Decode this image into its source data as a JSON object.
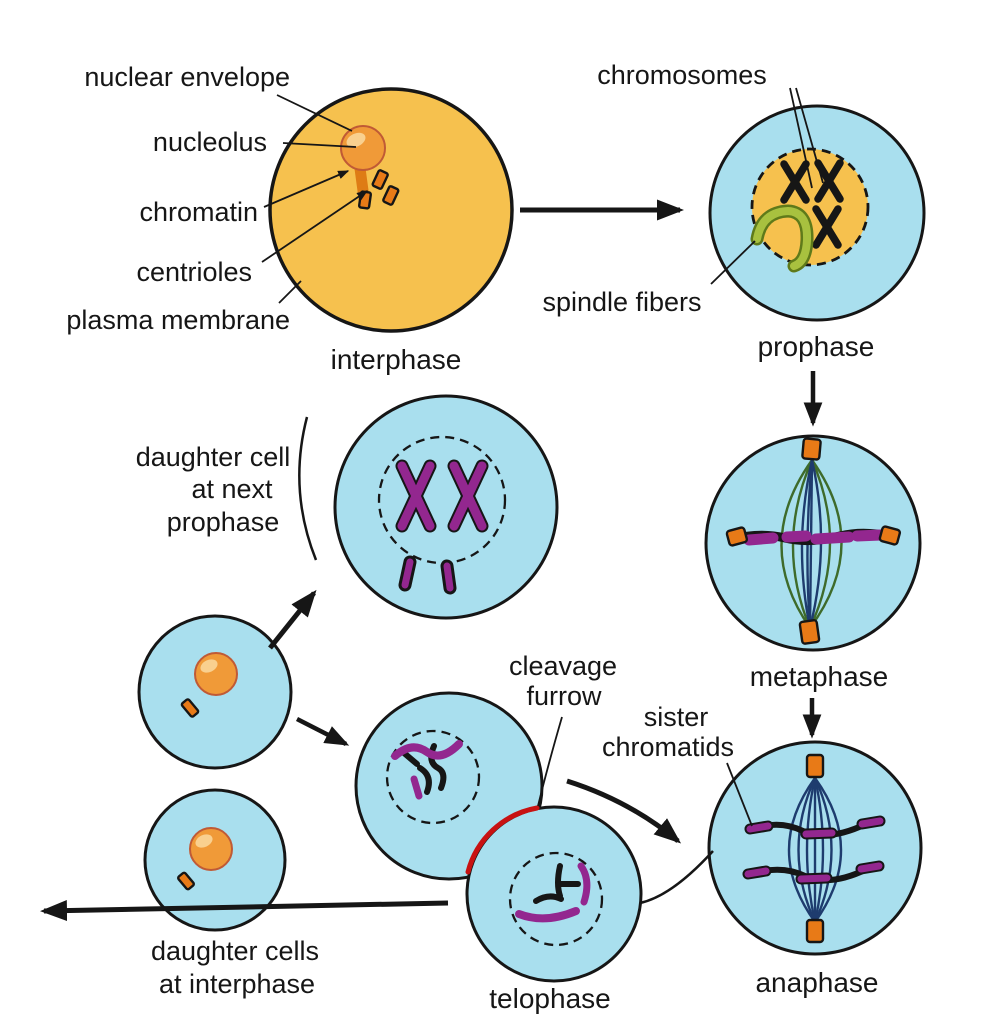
{
  "stages": {
    "interphase": "interphase",
    "prophase": "prophase",
    "metaphase": "metaphase",
    "anaphase": "anaphase",
    "telophase": "telophase"
  },
  "labels": {
    "nuclear_envelope": "nuclear envelope",
    "nucleolus": "nucleolus",
    "chromatin": "chromatin",
    "centrioles": "centrioles",
    "plasma_membrane": "plasma membrane",
    "chromosomes": "chromosomes",
    "spindle_fibers": "spindle fibers",
    "sister_chromatids": {
      "line1": "sister",
      "line2": "chromatids"
    },
    "cleavage_furrow": {
      "line1": "cleavage",
      "line2": "furrow"
    },
    "daughter_next_prophase": {
      "line1": "daughter cell",
      "line2": "at next",
      "line3": "prophase"
    },
    "daughter_interphase": {
      "line1": "daughter cells",
      "line2": "at interphase"
    }
  },
  "colors": {
    "cell_blue": "#A9DFEE",
    "cell_yellow": "#F6C14E",
    "nucleolus_orange": "#F09A38",
    "nucleolus_highlight": "#F9D08F",
    "centriole_orange": "#E87A17",
    "chromosome_purple": "#93278F",
    "spindle_green_light": "#A8C13F",
    "spindle_green_dark": "#5F7A1A",
    "fiber_green": "#3E6B2B",
    "fiber_navy": "#1E3C6E",
    "cleavage_furrow_red": "#C81212",
    "outline_black": "#161616"
  }
}
